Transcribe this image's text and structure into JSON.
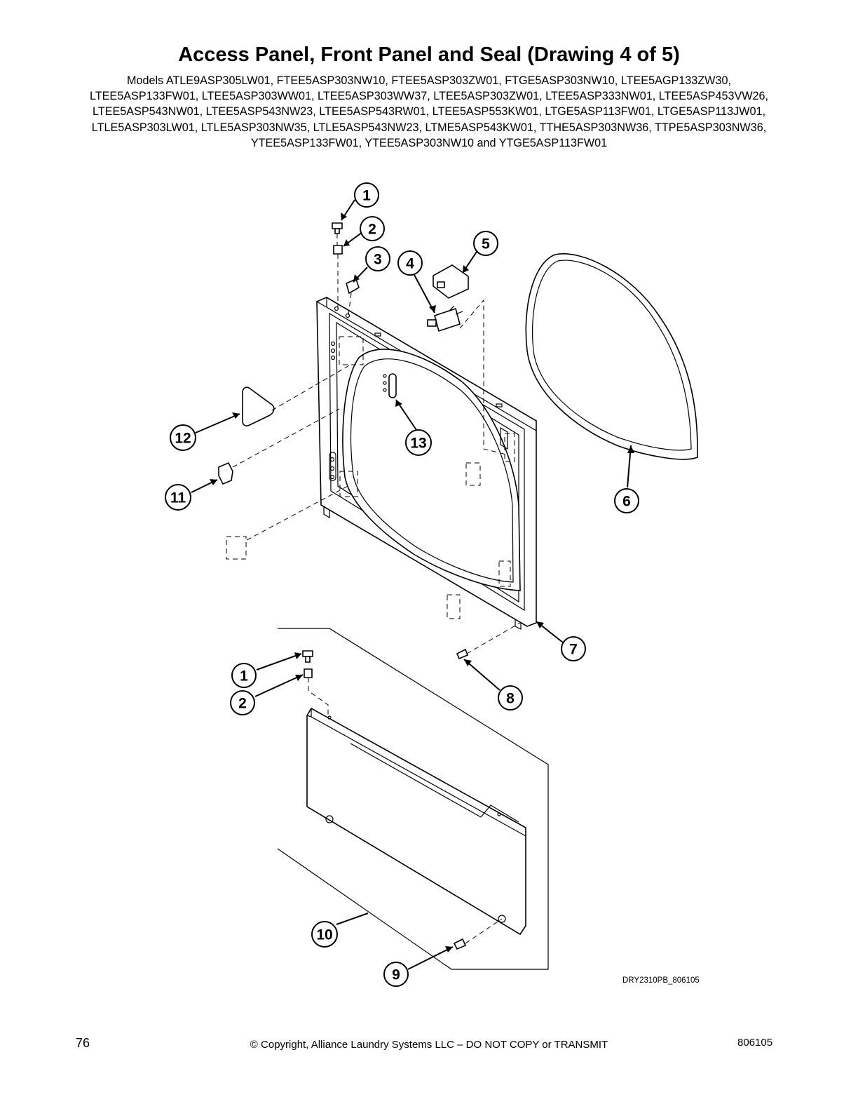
{
  "header": {
    "title": "Access Panel, Front Panel and Seal (Drawing 4 of 5)",
    "models": "Models ATLE9ASP305LW01, FTEE5ASP303NW10, FTEE5ASP303ZW01, FTGE5ASP303NW10, LTEE5AGP133ZW30, LTEE5ASP133FW01, LTEE5ASP303WW01, LTEE5ASP303WW37, LTEE5ASP303ZW01, LTEE5ASP333NW01, LTEE5ASP453VW26, LTEE5ASP543NW01, LTEE5ASP543NW23, LTEE5ASP543RW01, LTEE5ASP553KW01, LTGE5ASP113FW01, LTGE5ASP113JW01, LTLE5ASP303LW01, LTLE5ASP303NW35, LTLE5ASP543NW23, LTME5ASP543KW01, TTHE5ASP303NW36, TTPE5ASP303NW36, YTEE5ASP133FW01, YTEE5ASP303NW10 and YTGE5ASP113FW01"
  },
  "callouts": [
    "1",
    "2",
    "3",
    "4",
    "5",
    "12",
    "13",
    "11",
    "6",
    "7",
    "8",
    "1",
    "2",
    "10",
    "9"
  ],
  "drawing_code": "DRY2310PB_806105",
  "footer": {
    "page_number": "76",
    "copyright": "© Copyright, Alliance Laundry Systems LLC – DO NOT COPY or TRANSMIT",
    "doc_number": "806105"
  }
}
